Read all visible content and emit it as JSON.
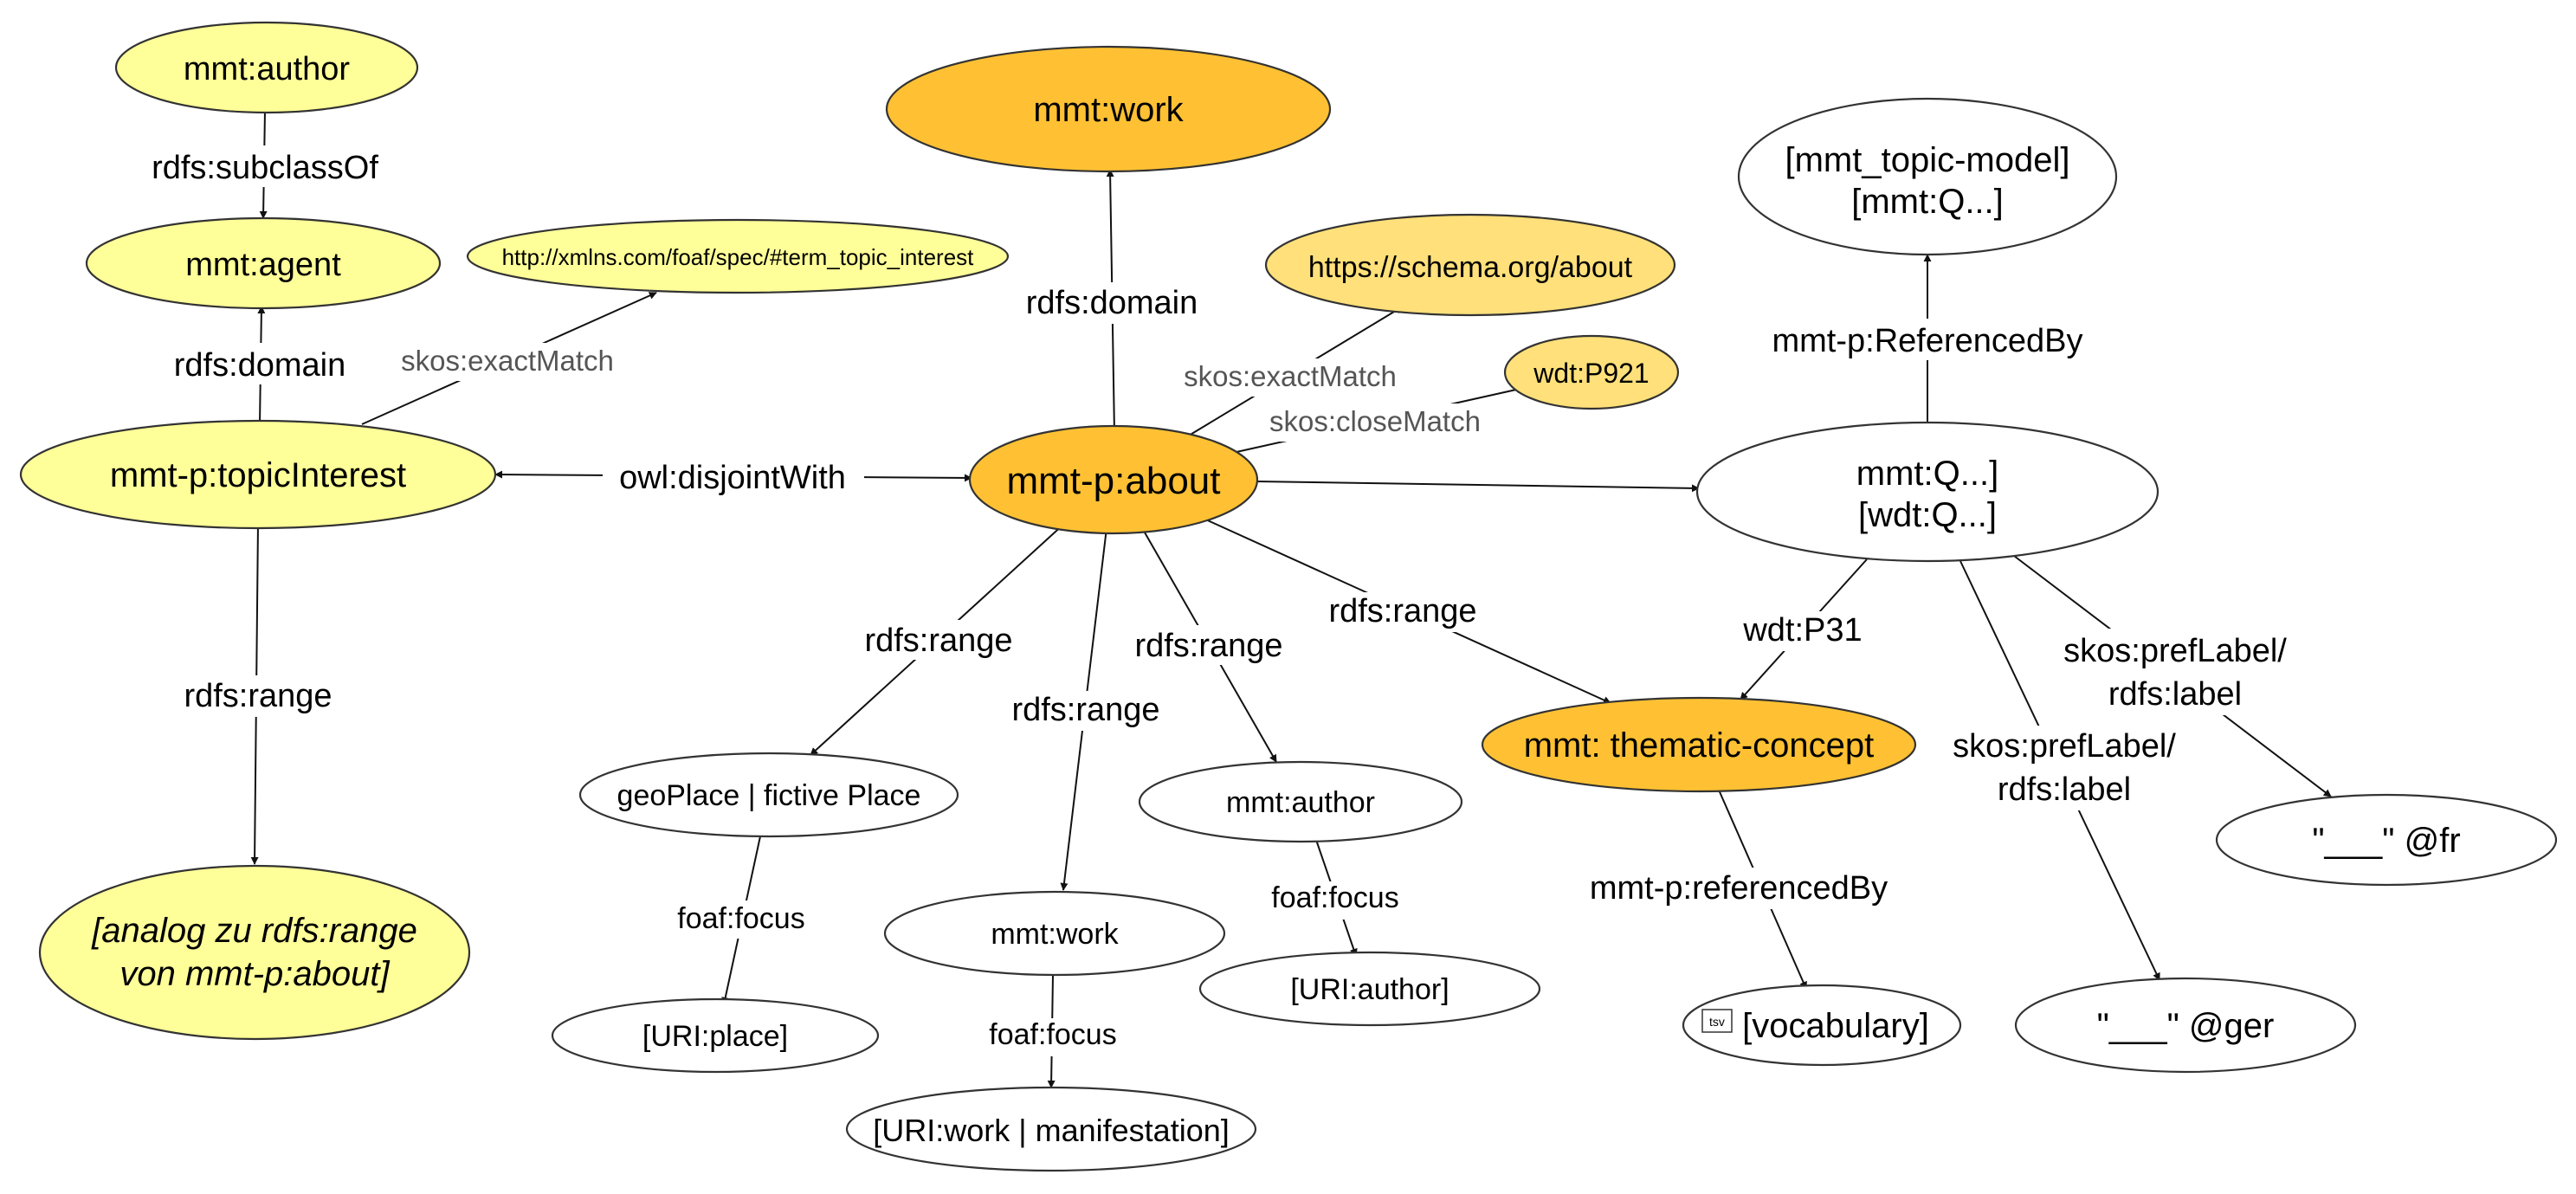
{
  "colors": {
    "yellow": "#ffff99",
    "orange": "#ffc133",
    "light_orange": "#ffe07a",
    "white": "#ffffff",
    "line": "#111111"
  },
  "nodes": {
    "author_top": "mmt:author",
    "agent": "mmt:agent",
    "topic_interest": "mmt-p:topicInterest",
    "analog": [
      "[analog zu rdfs:range",
      "von mmt-p:about]"
    ],
    "foaf_url": "http://xmlns.com/foaf/spec/#term_topic_interest",
    "work_top": "mmt:work",
    "about": "mmt-p:about",
    "schema_about": "https://schema.org/about",
    "wdt_p921": "wdt:P921",
    "topic_model": [
      "[mmt_topic-model]",
      "[mmt:Q...]"
    ],
    "mmt_q": [
      "mmt:Q...]",
      "[wdt:Q...]"
    ],
    "thematic_concept": "mmt: thematic-concept",
    "geo_place": "geoPlace | fictive Place",
    "uri_place": "[URI:place]",
    "mmt_work_mid": "mmt:work",
    "uri_work": "[URI:work | manifestation]",
    "mmt_author_mid": "mmt:author",
    "uri_author": "[URI:author]",
    "vocabulary": "[vocabulary]",
    "vocabulary_icon": "tsv",
    "label_ger": "\"___\" @ger",
    "label_fr": "\"___\" @fr"
  },
  "edges": {
    "subclass_of": "rdfs:subclassOf",
    "domain_agent": "rdfs:domain",
    "exact_match_foaf": "skos:exactMatch",
    "range_analog": "rdfs:range",
    "disjoint_with": "owl:disjointWith",
    "domain_work": "rdfs:domain",
    "exact_match_schema": "skos:exactMatch",
    "close_match": "skos:closeMatch",
    "referenced_by_model": "mmt-p:ReferencedBy",
    "range_geo": "rdfs:range",
    "range_work": "rdfs:range",
    "range_author": "rdfs:range",
    "range_concept": "rdfs:range",
    "wdt_p31": "wdt:P31",
    "pref_label_ger": [
      "skos:prefLabel/",
      "rdfs:label"
    ],
    "pref_label_fr": [
      "skos:prefLabel/",
      "rdfs:label"
    ],
    "foaf_focus_place": "foaf:focus",
    "foaf_focus_work": "foaf:focus",
    "foaf_focus_author": "foaf:focus",
    "referenced_by_vocab": "mmt-p:referencedBy"
  }
}
